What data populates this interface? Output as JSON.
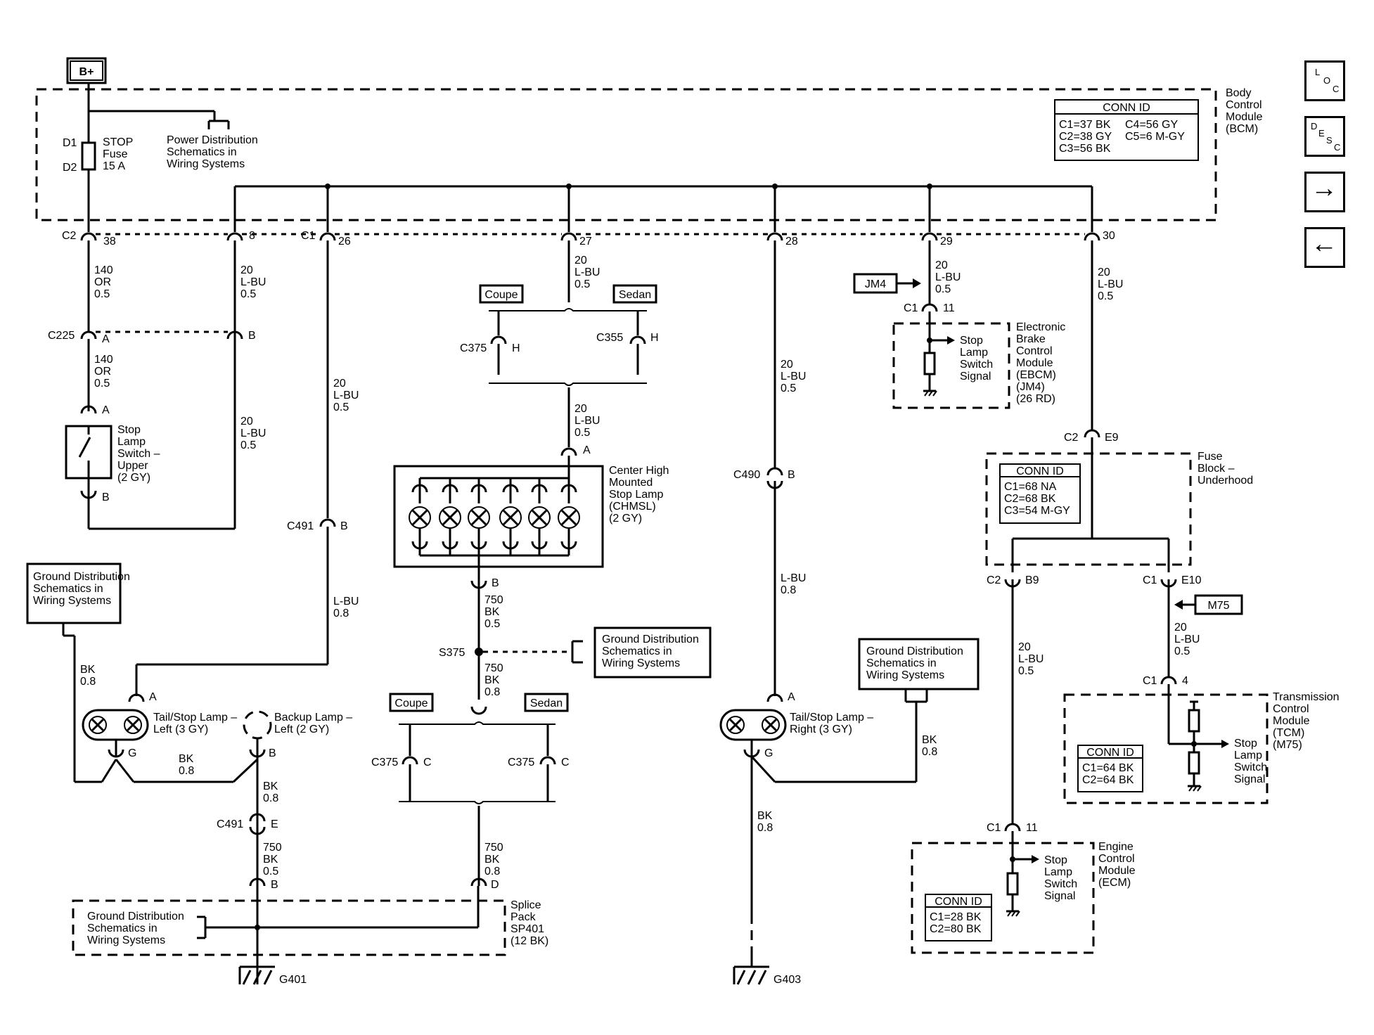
{
  "battery": "B+",
  "bcm": {
    "title_lines": [
      "Body",
      "Control",
      "Module",
      "(BCM)"
    ],
    "conn_title": "CONN ID",
    "conn_left": [
      "C1=37 BK",
      "C2=38 GY",
      "C3=56 BK"
    ],
    "conn_right": [
      "C4=56 GY",
      "C5=6 M-GY"
    ]
  },
  "fuse": {
    "d1": "D1",
    "d2": "D2",
    "label": [
      "STOP",
      "Fuse",
      "15 A"
    ]
  },
  "power_dist": [
    "Power Distribution",
    "Schematics in",
    "Wiring  Systems"
  ],
  "pins": {
    "c2": "C2",
    "c2_38": "38",
    "p8": "8",
    "c1": "C1",
    "p26": "26",
    "p27": "27",
    "p28": "28",
    "p29": "29",
    "p30": "30"
  },
  "wires": {
    "w140": [
      "140",
      "OR",
      "0.5"
    ],
    "w20lbu": [
      "20",
      "L-BU",
      "0.5"
    ],
    "w20lbu8": [
      "L-BU",
      "0.8"
    ],
    "w750bk05": [
      "750",
      "BK",
      "0.5"
    ],
    "w750bk08": [
      "750",
      "BK",
      "0.8"
    ],
    "wbk08": [
      "BK",
      "0.8"
    ]
  },
  "c225": {
    "name": "C225",
    "a": "A",
    "b": "B"
  },
  "switch_upper": {
    "a": "A",
    "b": "B",
    "label": [
      "Stop",
      "Lamp",
      "Switch –",
      "Upper",
      "(2 GY)"
    ]
  },
  "coupe": "Coupe",
  "sedan": "Sedan",
  "c375": "C375",
  "c355": "C355",
  "h": "H",
  "c_pin": "C",
  "chmsl": {
    "a": "A",
    "b": "B",
    "label": [
      "Center High",
      "Mounted",
      "Stop Lamp",
      "(CHMSL)",
      "(2 GY)"
    ]
  },
  "s375": "S375",
  "ground_dist": [
    "Ground Distribution",
    "Schematics in",
    "Wiring Systems"
  ],
  "c491": {
    "name": "C491",
    "b": "B",
    "e": "E"
  },
  "c490": {
    "name": "C490",
    "b": "B"
  },
  "jm4": "JM4",
  "ebcm": {
    "c1": "C1",
    "pin": "11",
    "signal": [
      "Stop",
      "Lamp",
      "Switch",
      "Signal"
    ],
    "title": [
      "Electronic",
      "Brake",
      "Control",
      "Module",
      "(EBCM)",
      "(JM4)",
      "(26 RD)"
    ]
  },
  "fuse_block": {
    "title": [
      "Fuse",
      "Block –",
      "Underhood"
    ],
    "conn_title": "CONN ID",
    "conn": [
      "C1=68 NA",
      "C2=68 BK",
      "C3=54 M-GY"
    ],
    "c2": "C2",
    "e9": "E9",
    "b9": "B9",
    "c1": "C1",
    "e10": "E10"
  },
  "m75": "M75",
  "tcm": {
    "c1": "C1",
    "pin": "4",
    "signal": [
      "Stop",
      "Lamp",
      "Switch",
      "Signal"
    ],
    "title": [
      "Transmission",
      "Control",
      "Module",
      "(TCM)",
      "(M75)"
    ],
    "conn_title": "CONN ID",
    "conn": [
      "C1=64 BK",
      "C2=64 BK"
    ]
  },
  "ecm": {
    "c1": "C1",
    "pin": "11",
    "signal": [
      "Stop",
      "Lamp",
      "Switch",
      "Signal"
    ],
    "title": [
      "Engine",
      "Control",
      "Module",
      "(ECM)"
    ],
    "conn_title": "CONN ID",
    "conn": [
      "C1=28 BK",
      "C2=80 BK"
    ]
  },
  "tail_left": {
    "a": "A",
    "g": "G",
    "label": [
      "Tail/Stop Lamp –",
      "Left (3 GY)"
    ]
  },
  "backup_left": {
    "b": "B",
    "label": [
      "Backup Lamp –",
      "Left (2 GY)"
    ]
  },
  "tail_right": {
    "a": "A",
    "g": "G",
    "label": [
      "Tail/Stop Lamp –",
      "Right (3 GY)"
    ]
  },
  "splice": {
    "b": "B",
    "d": "D",
    "label": [
      "Splice",
      "Pack",
      "SP401",
      "(12 BK)"
    ]
  },
  "g401": "G401",
  "g403": "G403",
  "nav": {
    "loc": [
      "L",
      "O",
      "C"
    ],
    "desc": [
      "D",
      "E",
      "S",
      "C"
    ],
    "next": "→",
    "prev": "←"
  }
}
